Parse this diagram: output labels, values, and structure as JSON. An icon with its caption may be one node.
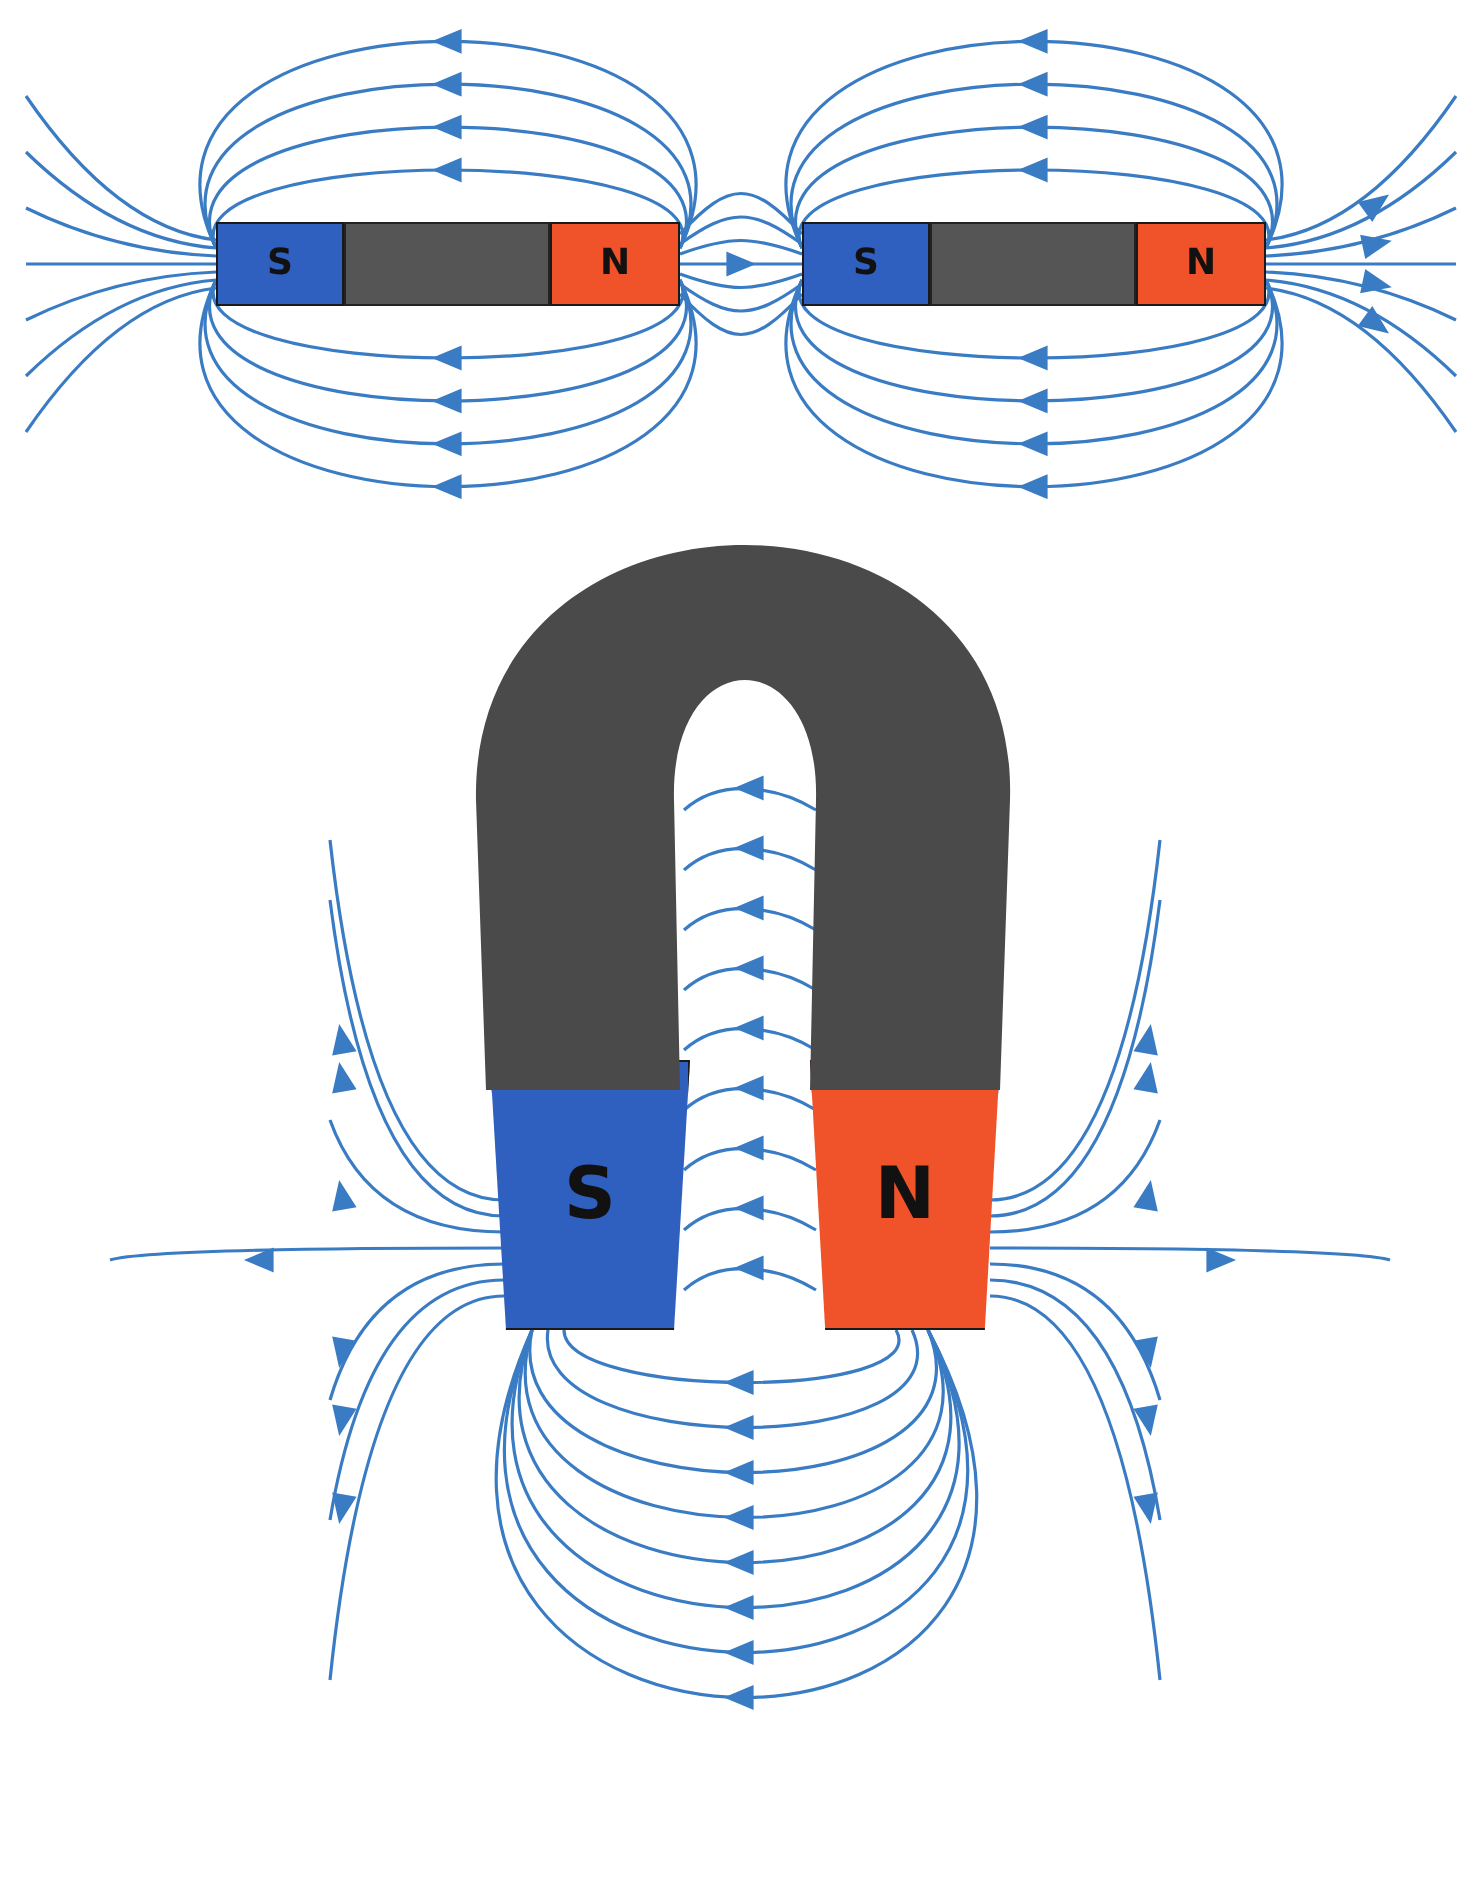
{
  "diagram": {
    "nodes": [
      {
        "text": [
          "S"
        ]
      },
      {
        "text": [
          "N"
        ]
      },
      {
        "text": [
          "S"
        ]
      },
      {
        "text": [
          "N"
        ]
      },
      {
        "text": [
          "S"
        ]
      },
      {
        "text": [
          "N"
        ]
      },
      {
        "text": [],
        "shape": "bar"
      },
      {
        "text": [],
        "shape": "bar"
      },
      {
        "text": [],
        "shape": "arch"
      }
    ]
  }
}
